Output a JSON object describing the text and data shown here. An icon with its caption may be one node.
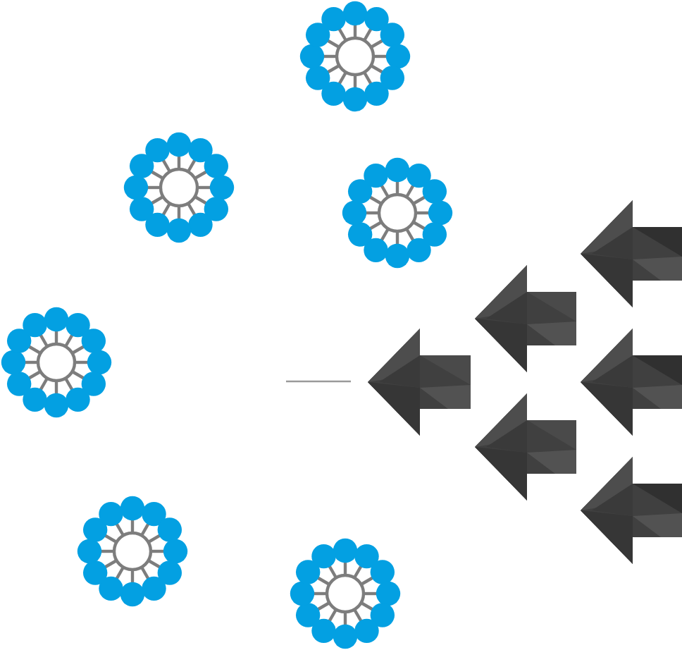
{
  "diagram": {
    "nodes": [
      {
        "text": [],
        "shape": "picture"
      },
      {
        "text": [],
        "shape": "picture"
      },
      {
        "text": [],
        "shape": "picture"
      },
      {
        "text": [],
        "shape": "arrow"
      },
      {
        "text": [],
        "shape": "arrow"
      },
      {
        "text": [],
        "shape": "picture"
      },
      {
        "text": [],
        "shape": "arrow"
      },
      {
        "text": [],
        "shape": "arrow"
      },
      {
        "text": [],
        "shape": "arrow"
      },
      {
        "text": [],
        "shape": "arrow"
      },
      {
        "text": [],
        "shape": "picture"
      },
      {
        "text": [],
        "shape": "picture"
      }
    ]
  }
}
